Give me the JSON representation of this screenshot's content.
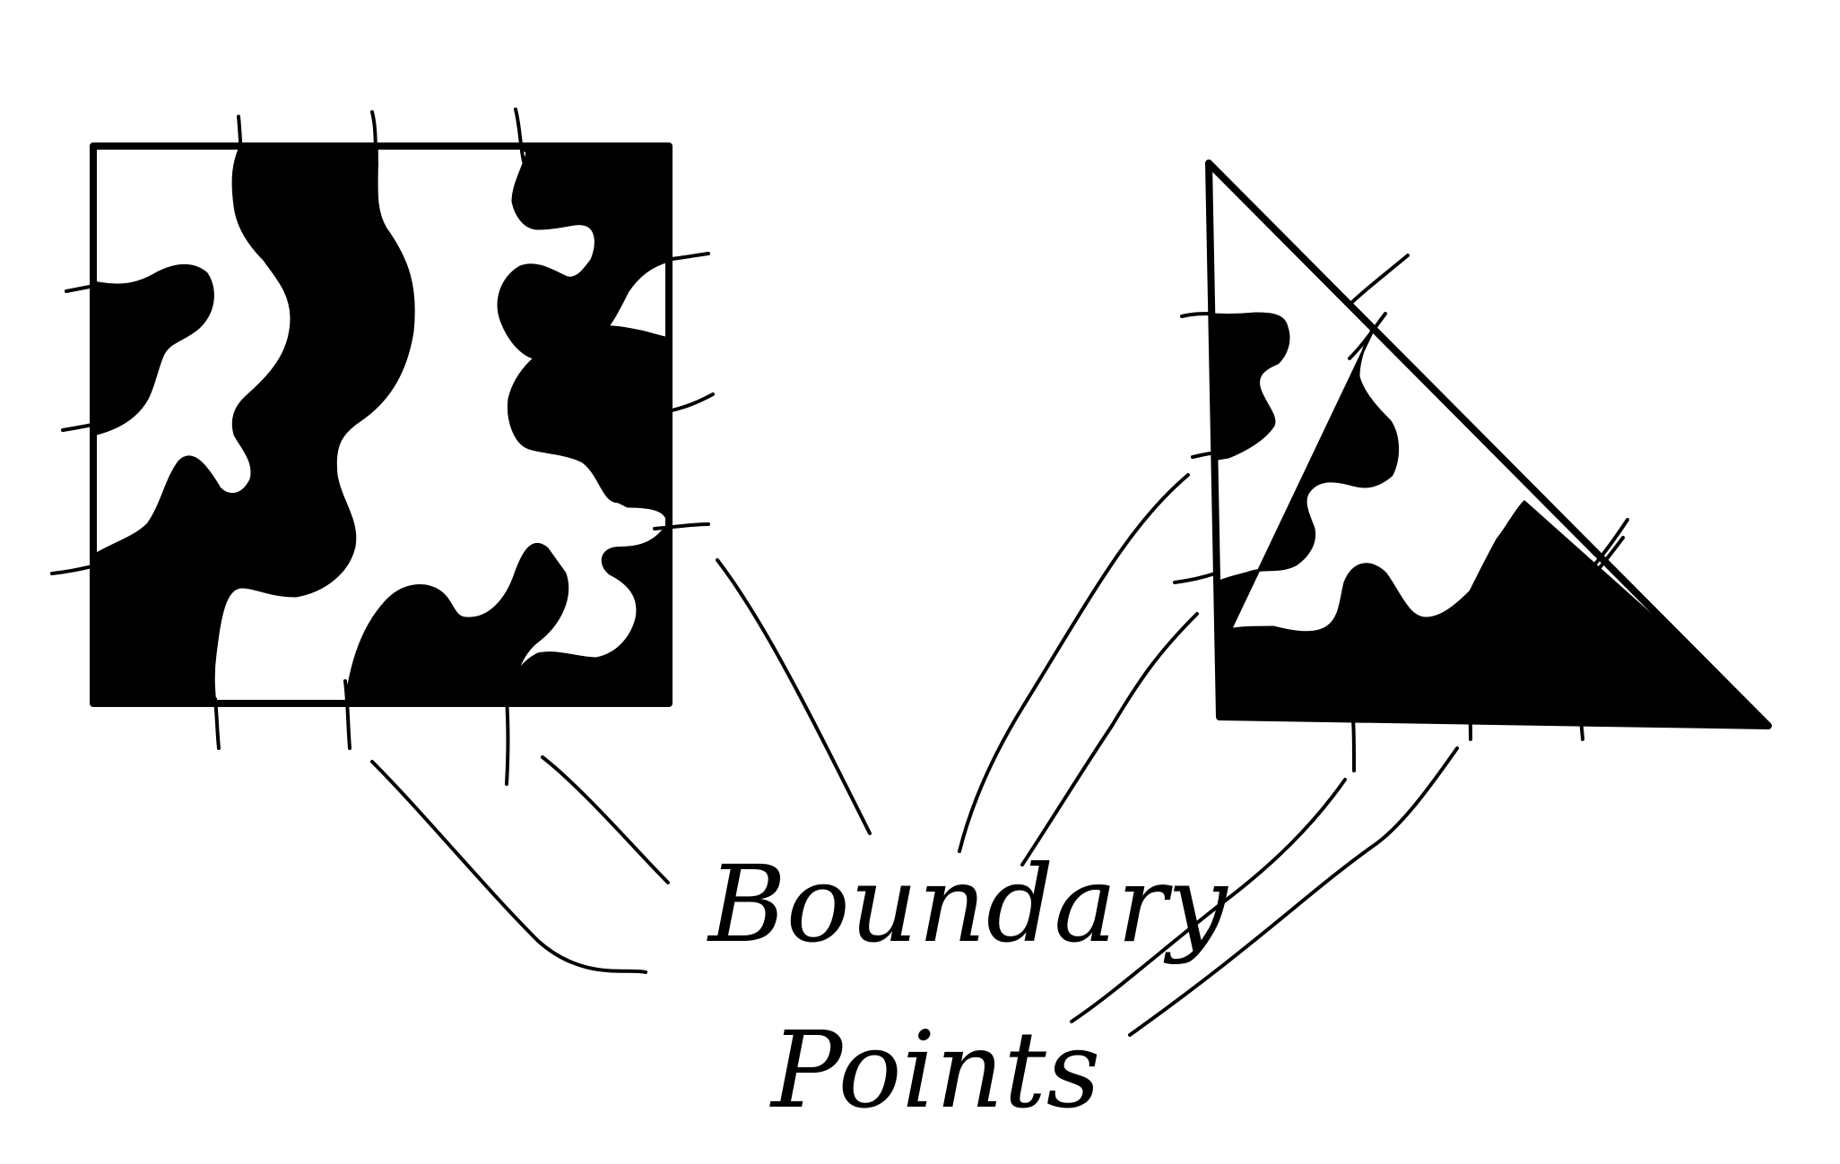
{
  "diagram": {
    "annotation_line1": "Boundary",
    "annotation_line2": "Points",
    "shapes": [
      "square",
      "triangle"
    ],
    "colors": {
      "ink": "#000000",
      "background": "#ffffff"
    }
  }
}
